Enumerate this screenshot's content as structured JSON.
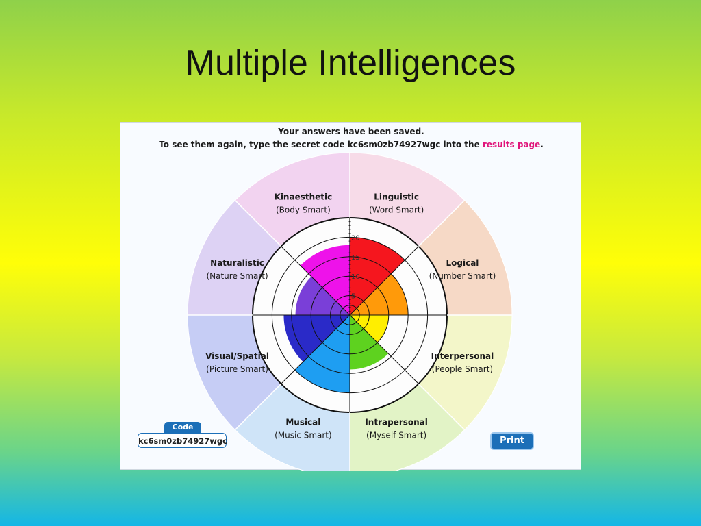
{
  "slide": {
    "title": "Multiple Intelligences"
  },
  "notice": {
    "line1": "Your answers have been saved.",
    "line2_prefix": "To see them again, type the secret code kc6sm0zb74927wgc into the ",
    "line2_link": "results page",
    "line2_suffix": "."
  },
  "code": {
    "tab_label": "Code",
    "value": "kc6sm0zb74927wgc"
  },
  "print_label": "Print",
  "chart_data": {
    "type": "polar-area",
    "title": "",
    "rlim": [
      0,
      25
    ],
    "ticks": [
      5,
      10,
      15,
      20
    ],
    "grid": true,
    "categories": [
      {
        "name": "Linguistic",
        "subtitle": "(Word Smart)",
        "value": 20,
        "color": "#f5161e",
        "bg": "#f7dbe8"
      },
      {
        "name": "Logical",
        "subtitle": "(Number Smart)",
        "value": 15,
        "color": "#ff9a0a",
        "bg": "#f6d9c6"
      },
      {
        "name": "Interpersonal",
        "subtitle": "(People Smart)",
        "value": 10,
        "color": "#ffee00",
        "bg": "#f3f6c9"
      },
      {
        "name": "Intrapersonal",
        "subtitle": "(Myself Smart)",
        "value": 14,
        "color": "#5ed21f",
        "bg": "#e2f3c6"
      },
      {
        "name": "Musical",
        "subtitle": "(Music Smart)",
        "value": 20,
        "color": "#1e9ef2",
        "bg": "#cfe4f8"
      },
      {
        "name": "Visual/Spatial",
        "subtitle": "(Picture Smart)",
        "value": 17,
        "color": "#2a2ac8",
        "bg": "#c6cdf5"
      },
      {
        "name": "Naturalistic",
        "subtitle": "(Nature Smart)",
        "value": 14,
        "color": "#7a3fd8",
        "bg": "#ddd2f4"
      },
      {
        "name": "Kinaesthetic",
        "subtitle": "(Body Smart)",
        "value": 18,
        "color": "#ee12ea",
        "bg": "#f2d3f0"
      }
    ]
  }
}
